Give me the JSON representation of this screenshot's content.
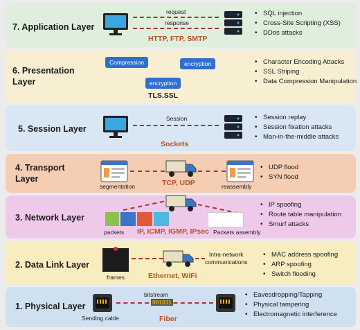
{
  "layers": [
    {
      "name": "7. Application Layer",
      "labels": {
        "request": "request",
        "response": "response",
        "protocols": "HTTP, FTP, SMTP"
      },
      "attacks": [
        "SQL injection",
        "Cross-Site Scripting (XSS)",
        "DDos attacks"
      ],
      "color": "#dfeedd"
    },
    {
      "name_l1": "6. Presentation",
      "name_l2": "Layer",
      "labels": {
        "pill1": "Compression",
        "pill2": "encryption",
        "pill3": "encryption",
        "protocols": "TLS.SSL"
      },
      "attacks": [
        "Character Encoding Attacks",
        "SSL Striping",
        "Data Compression Manipulation"
      ],
      "color": "#f8efd3"
    },
    {
      "name": "5. Session Layer",
      "labels": {
        "session": "Session",
        "protocols": "Sockets"
      },
      "attacks": [
        "Session replay",
        "Session fixation attacks",
        "Man-in-the-middle attacks"
      ],
      "color": "#d9e6f3"
    },
    {
      "name_l1": "4. Transport",
      "name_l2": "Layer",
      "labels": {
        "segmentation": "segmentation",
        "protocols": "TCP, UDP",
        "reassembly": "reassembly"
      },
      "attacks": [
        "UDP flood",
        "SYN flood"
      ],
      "color": "#f4cdb3"
    },
    {
      "name": "3. Network Layer",
      "labels": {
        "packets": "packets",
        "protocols": "IP, ICMP, IGMP, IPsec",
        "assembly": "Packets assembly"
      },
      "attacks": [
        "IP spoofing",
        "Route table manipulation",
        "Smurf attacks"
      ],
      "color": "#efc9ea"
    },
    {
      "name": "2. Data Link Layer",
      "labels": {
        "frames": "frames",
        "protocols": "Ethernet, WiFi",
        "intra_l1": "Intra-network",
        "intra_l2": "communications"
      },
      "attacks": [
        "MAC address spoofing",
        "ARP spoofing",
        "Switch flooding"
      ],
      "color": "#f8edbf"
    },
    {
      "name": "1. Physical Layer",
      "labels": {
        "bitstream": "bitstream",
        "bits": "001011",
        "sending": "Sending cable",
        "protocols": "Fiber"
      },
      "attacks": [
        "Eavesdropping/Tapping",
        "Physical tampering",
        "Electromagnetic interference"
      ],
      "color": "#cfe0f0"
    }
  ]
}
